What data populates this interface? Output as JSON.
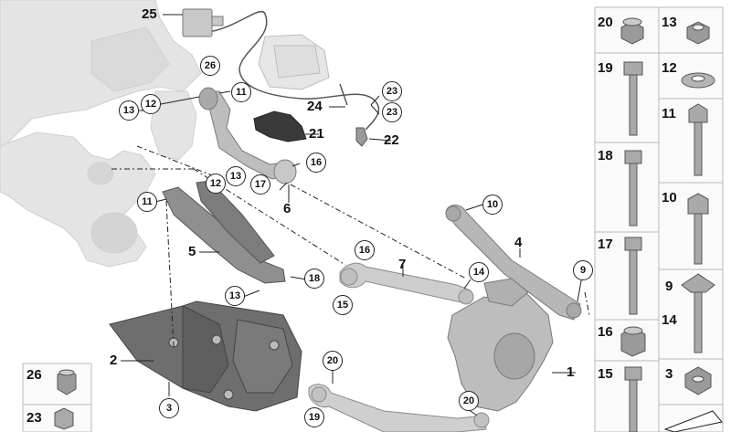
{
  "callouts": {
    "c25": "25",
    "c26": "26",
    "c12a": "12",
    "c11a": "11",
    "c13a": "13",
    "c24": "24",
    "c23a": "23",
    "c23b": "23",
    "c21": "21",
    "c22": "22",
    "c16a": "16",
    "c17": "17",
    "c6": "6",
    "c12b": "12",
    "c13b": "13",
    "c11b": "11",
    "c5": "5",
    "c13c": "13",
    "c18": "18",
    "c16b": "16",
    "c7": "7",
    "c15": "15",
    "c14": "14",
    "c10": "10",
    "c4": "4",
    "c9": "9",
    "c2": "2",
    "c3": "3",
    "c20a": "20",
    "c19": "19",
    "c20b": "20",
    "c1": "1"
  },
  "parts_grid": {
    "cells": [
      "20",
      "13",
      "19",
      "12",
      "11",
      "18",
      "10",
      "17",
      "9",
      "14",
      "16",
      "15",
      "3"
    ]
  },
  "side_grid": {
    "cells": [
      "26",
      "23"
    ]
  }
}
